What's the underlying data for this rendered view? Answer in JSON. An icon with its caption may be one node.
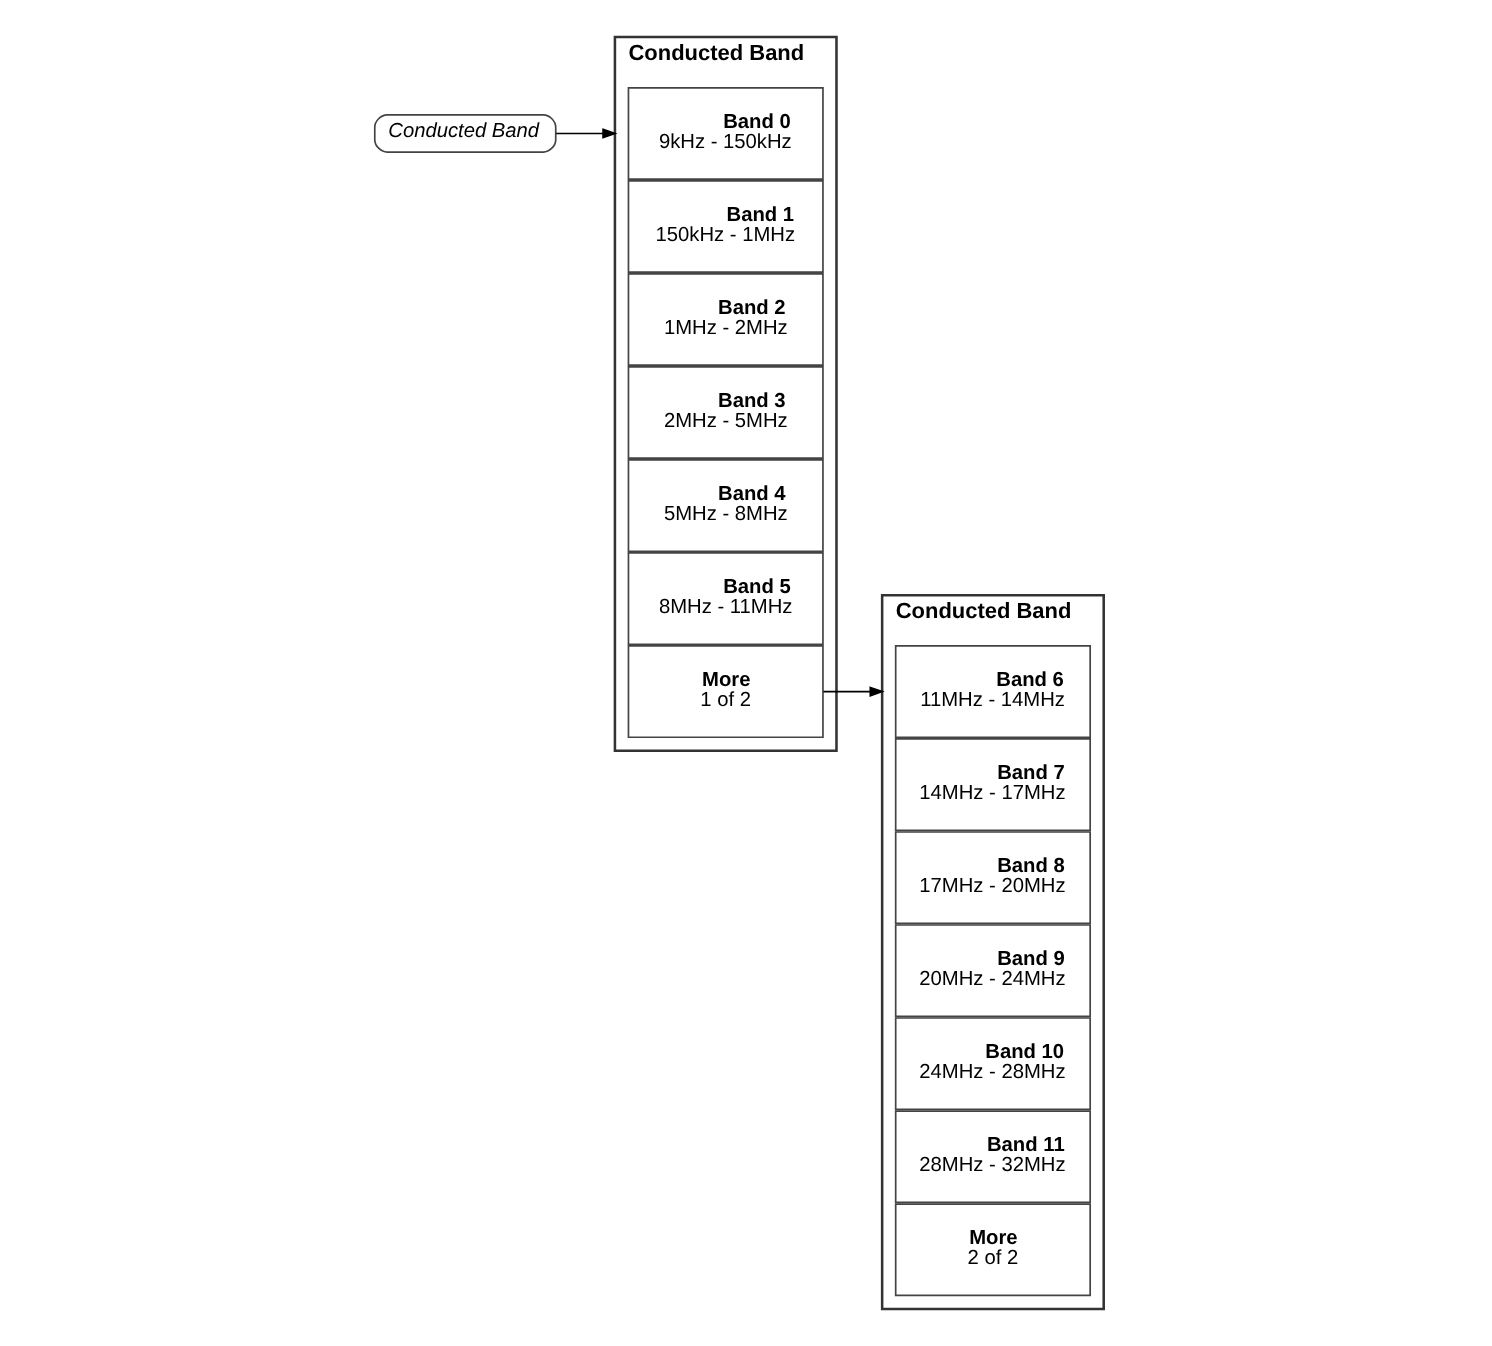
{
  "diagram": {
    "nodes": [
      {
        "text": [
          "Conducted Band"
        ]
      },
      {
        "text": [
          "Conducted Band"
        ]
      },
      {
        "text": [
          "Band 0",
          "9kHz - 150kHz"
        ],
        "in": 1
      },
      {
        "text": [
          "Band 1",
          "150kHz - 1MHz"
        ],
        "in": 1
      },
      {
        "text": [
          "Band 2",
          "1MHz - 2MHz"
        ],
        "in": 1
      },
      {
        "text": [
          "Band 3",
          "2MHz - 5MHz"
        ],
        "in": 1
      },
      {
        "text": [
          "Band 4",
          "5MHz - 8MHz"
        ],
        "in": 1
      },
      {
        "text": [
          "Band 5",
          "8MHz - 11MHz"
        ],
        "in": 1
      },
      {
        "text": [
          "More",
          "1 of 2"
        ],
        "in": 1
      },
      {
        "text": [
          "Conducted Band"
        ]
      },
      {
        "text": [
          "Band 6",
          "11MHz - 14MHz"
        ],
        "in": 9
      },
      {
        "text": [
          "Band 7",
          "14MHz - 17MHz"
        ],
        "in": 9
      },
      {
        "text": [
          "Band 8",
          "17MHz - 20MHz"
        ],
        "in": 9
      },
      {
        "text": [
          "Band 9",
          "20MHz - 24MHz"
        ],
        "in": 9
      },
      {
        "text": [
          "Band 10",
          "24MHz - 28MHz"
        ],
        "in": 9
      },
      {
        "text": [
          "Band 11",
          "28MHz - 32MHz"
        ],
        "in": 9
      },
      {
        "text": [
          "More",
          "2 of 2"
        ],
        "in": 9
      }
    ],
    "edges": [
      {
        "from": 0,
        "to": 1,
        "arrow": "to"
      },
      {
        "from": 8,
        "to": 9,
        "arrow": "to"
      }
    ]
  }
}
